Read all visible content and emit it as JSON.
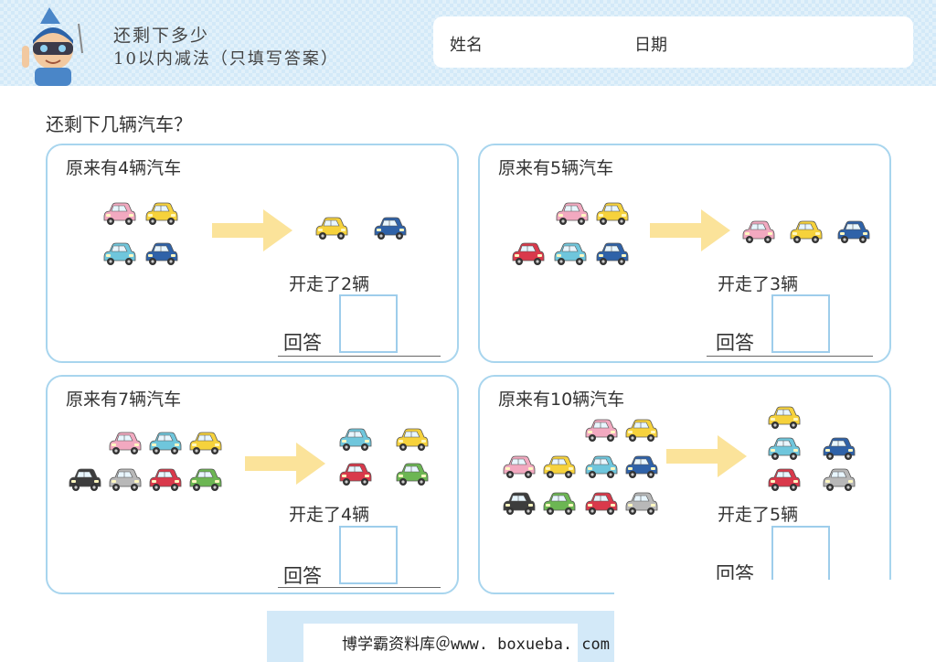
{
  "header": {
    "title_line1": "还剩下多少",
    "title_line2": "10以内减法（只填写答案）",
    "name_label": "姓名",
    "date_label": "日期"
  },
  "question": "还剩下几辆汽车？",
  "panels": [
    {
      "title": "原来有4辆汽车",
      "gone": "开走了2辆",
      "answer_label": "回答",
      "original_cars": [
        "pink",
        "yellow",
        "cyan",
        "blue"
      ],
      "gone_cars": [
        "yellow",
        "blue"
      ]
    },
    {
      "title": "原来有5辆汽车",
      "gone": "开走了3辆",
      "answer_label": "回答",
      "original_cars": [
        "pink",
        "yellow",
        "red",
        "cyan",
        "blue"
      ],
      "gone_cars": [
        "pink",
        "yellow",
        "blue"
      ]
    },
    {
      "title": "原来有7辆汽车",
      "gone": "开走了4辆",
      "answer_label": "回答",
      "original_cars": [
        "pink",
        "cyan",
        "yellow",
        "black",
        "gray",
        "red",
        "green"
      ],
      "gone_cars": [
        "cyan",
        "yellow",
        "red",
        "green"
      ]
    },
    {
      "title": "原来有10辆汽车",
      "gone": "开走了5辆",
      "answer_label": "回答",
      "original_cars": [
        "pink",
        "yellow",
        "pink",
        "yellow",
        "cyan",
        "blue",
        "black",
        "green",
        "red",
        "gray"
      ],
      "gone_cars": [
        "yellow",
        "cyan",
        "blue",
        "red",
        "gray"
      ]
    }
  ],
  "footer": {
    "text": "博学霸资料库＠www. boxueba. com"
  },
  "colors": {
    "pink": "#f2a9c0",
    "yellow": "#f6d23c",
    "cyan": "#6fc6dc",
    "blue": "#2f62a8",
    "red": "#d9394b",
    "black": "#3d3d3d",
    "gray": "#b8b8b8",
    "green": "#6cb653",
    "arrow": "#fbe39a",
    "panel_border": "#a8d5ee"
  }
}
